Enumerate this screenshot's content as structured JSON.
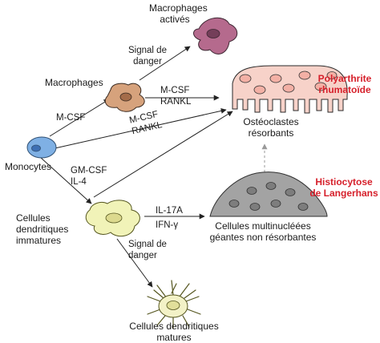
{
  "colors": {
    "monocyte_fill": "#7fb0e4",
    "macrophage_fill": "#d6a27c",
    "activated_macrophage_fill": "#b56a8d",
    "immature_dc_fill": "#f1f3b8",
    "mature_dc_fill": "#f3f2c7",
    "osteoclast_fill": "#f7d2c9",
    "giant_cell_fill": "#a3a3a3",
    "disease_label": "#d6202b",
    "arrow": "#222222"
  },
  "cells": {
    "monocytes": "Monocytes",
    "macrophages": "Macrophages",
    "activated_macrophages": "Macrophages\nactivés",
    "immature_dc": "Cellules\ndendritiques\nimmatures",
    "mature_dc": "Cellules dendritiques\nmatures",
    "resorbing_osteoclasts": "Ostéoclastes\nrésorbants",
    "giant_cells": "Cellules multinucléées\ngéantes non résorbantes"
  },
  "signals": {
    "mcsf": "M-CSF",
    "danger_top": "Signal de\ndanger",
    "mcsf_rankl_top": "M-CSF\nRANKL",
    "mcsf_rankl_diag": "M-CSF\nRANKL",
    "gmcsf_il4": "GM-CSF\nIL-4",
    "il17a_ifng": "IL-17A\nIFN-γ",
    "danger_bottom": "Signal de\ndanger"
  },
  "diseases": {
    "ra": "Polyarthrite\nrhumatoïde",
    "lch": "Histiocytose\nde Langerhans"
  }
}
